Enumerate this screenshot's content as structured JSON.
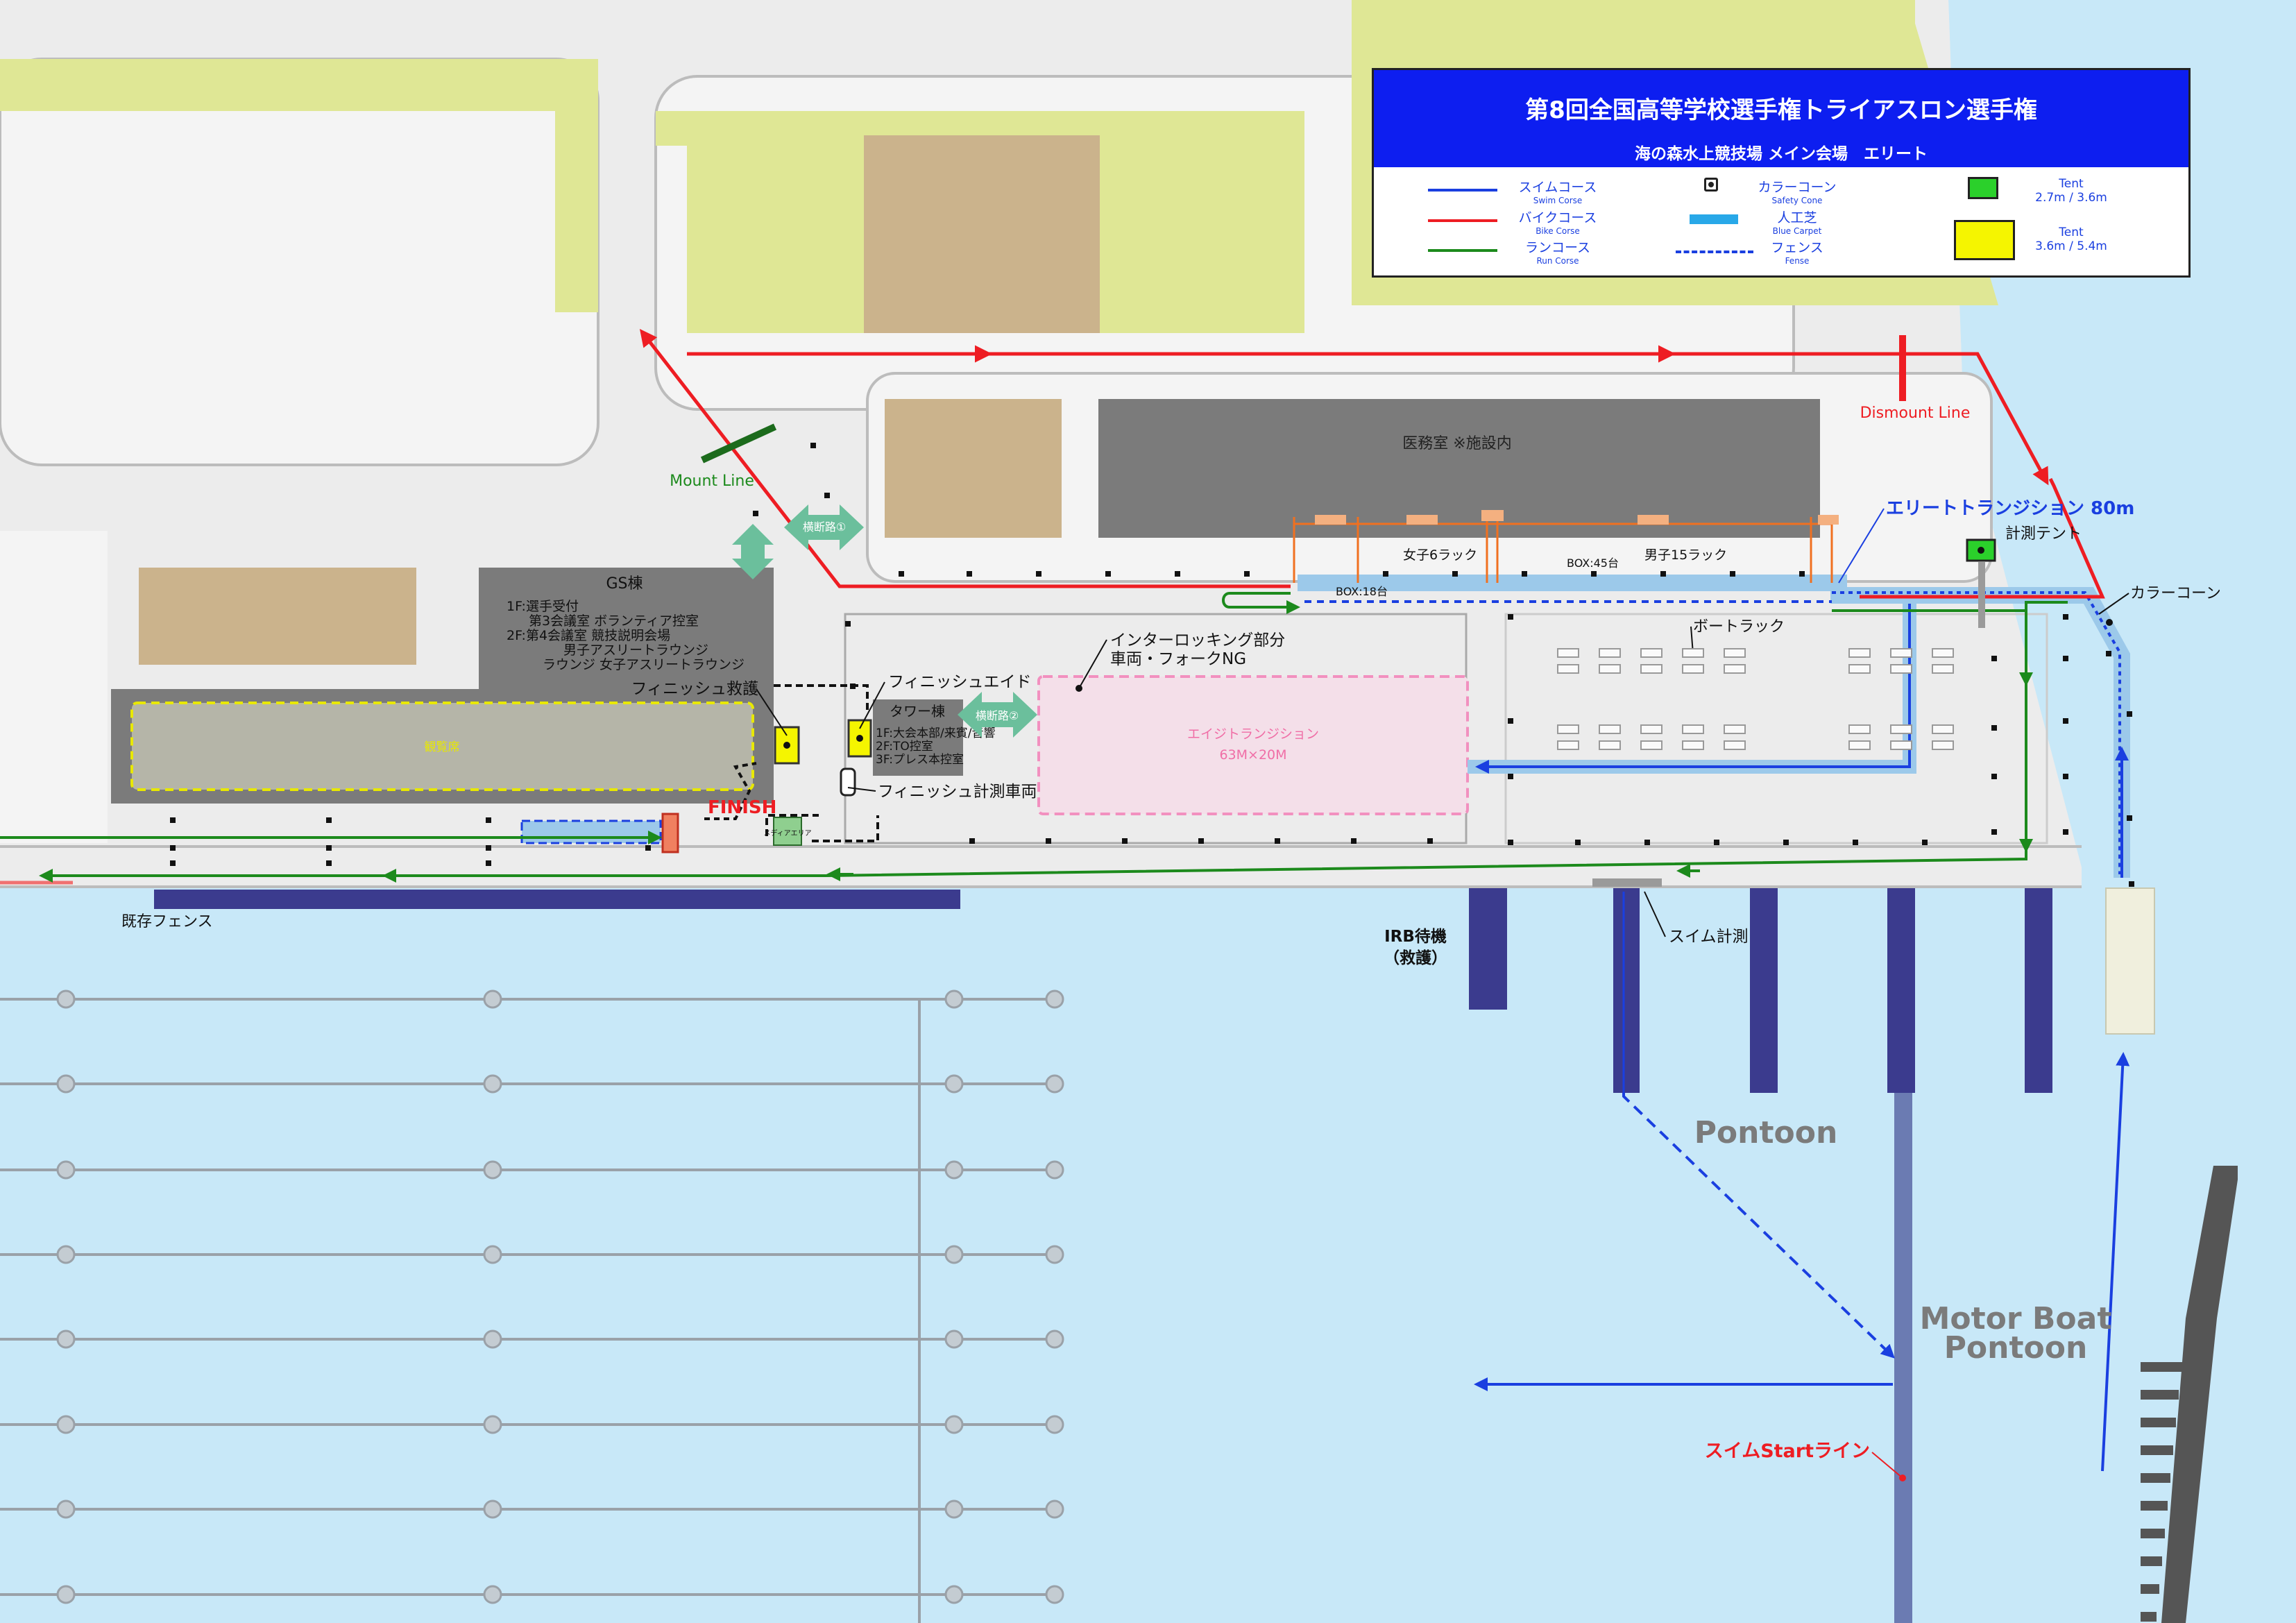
{
  "legend": {
    "title": "第8回全国高等学校選手権トライアスロン選手権",
    "subtitle": "海の森水上競技場 メイン会場　エリート",
    "items": [
      {
        "ja": "スイムコース",
        "en": "Swim Corse",
        "symbol": "blue-line"
      },
      {
        "ja": "バイクコース",
        "en": "Bike Corse",
        "symbol": "red-line"
      },
      {
        "ja": "ランコース",
        "en": "Run Corse",
        "symbol": "green-line"
      },
      {
        "ja": "カラーコーン",
        "en": "Safety Cone",
        "symbol": "cone-icon"
      },
      {
        "ja": "人工芝",
        "en": "Blue Carpet",
        "symbol": "carpet-bar"
      },
      {
        "ja": "フェンス",
        "en": "Fense",
        "symbol": "dashed-blue-line"
      },
      {
        "ja": "Tent",
        "en": "2.7m / 3.6m",
        "symbol": "green-tent-icon"
      },
      {
        "ja": "Tent",
        "en": "3.6m / 5.4m",
        "symbol": "yellow-tent-icon"
      }
    ]
  },
  "labels": {
    "medical": "医務室 ※施設内",
    "dismount": "Dismount Line",
    "mount": "Mount Line",
    "crossing1": "横断路①",
    "crossing2": "横断路②",
    "gs_title": "GS棟",
    "gs_l1": "1F:選手受付",
    "gs_l2": "第3会議室 ボランティア控室",
    "gs_l3": "2F:第4会議室 競技説明会場",
    "gs_l4": "男子アスリートラウンジ",
    "gs_l5": "ラウンジ 女子アスリートラウンジ",
    "spectator": "観覧席",
    "finish_rescue": "フィニッシュ救護",
    "finish_aid": "フィニッシュエイド",
    "tower_title": "タワー棟",
    "tower_l1": "1F:大会本部/来賓/音響",
    "tower_l2": "2F:TO控室",
    "tower_l3": "3F:プレス本控室",
    "finish_timing": "フィニッシュ計測車両",
    "finish": "FINISH",
    "media": "メディアエリア",
    "interlock1": "インターロッキング部分",
    "interlock2": "車両・フォークNG",
    "age_title": "エイジトランジション",
    "age_size": "63M×20M",
    "elite_transition": "エリートトランジション 80m",
    "timing_tent": "計測テント",
    "color_cone": "カラーコーン",
    "women_rack": "女子6ラック",
    "men_rack": "男子15ラック",
    "box18": "BOX:18台",
    "box45": "BOX:45台",
    "boat_rack": "ボートラック",
    "existing_fence": "既存フェンス",
    "irb": "IRB待機",
    "irb_rescue": "（救護）",
    "swim_timing": "スイム計測",
    "pontoon": "Pontoon",
    "motor_boat1": "Motor Boat",
    "motor_boat2": "Pontoon",
    "swim_start": "スイムStartライン"
  },
  "colors": {
    "water": "#c8e8f8",
    "land": "#ececec",
    "grass": "#dfe795",
    "sand": "#cbb38c",
    "building": "#7b7b7b",
    "swim": "#1a3fe0",
    "bike": "#ee1d23",
    "run": "#1c8a1c",
    "carpet": "#9cc9ea",
    "pontoon": "#3b3b8e",
    "legend_head": "#0d1ef0"
  }
}
